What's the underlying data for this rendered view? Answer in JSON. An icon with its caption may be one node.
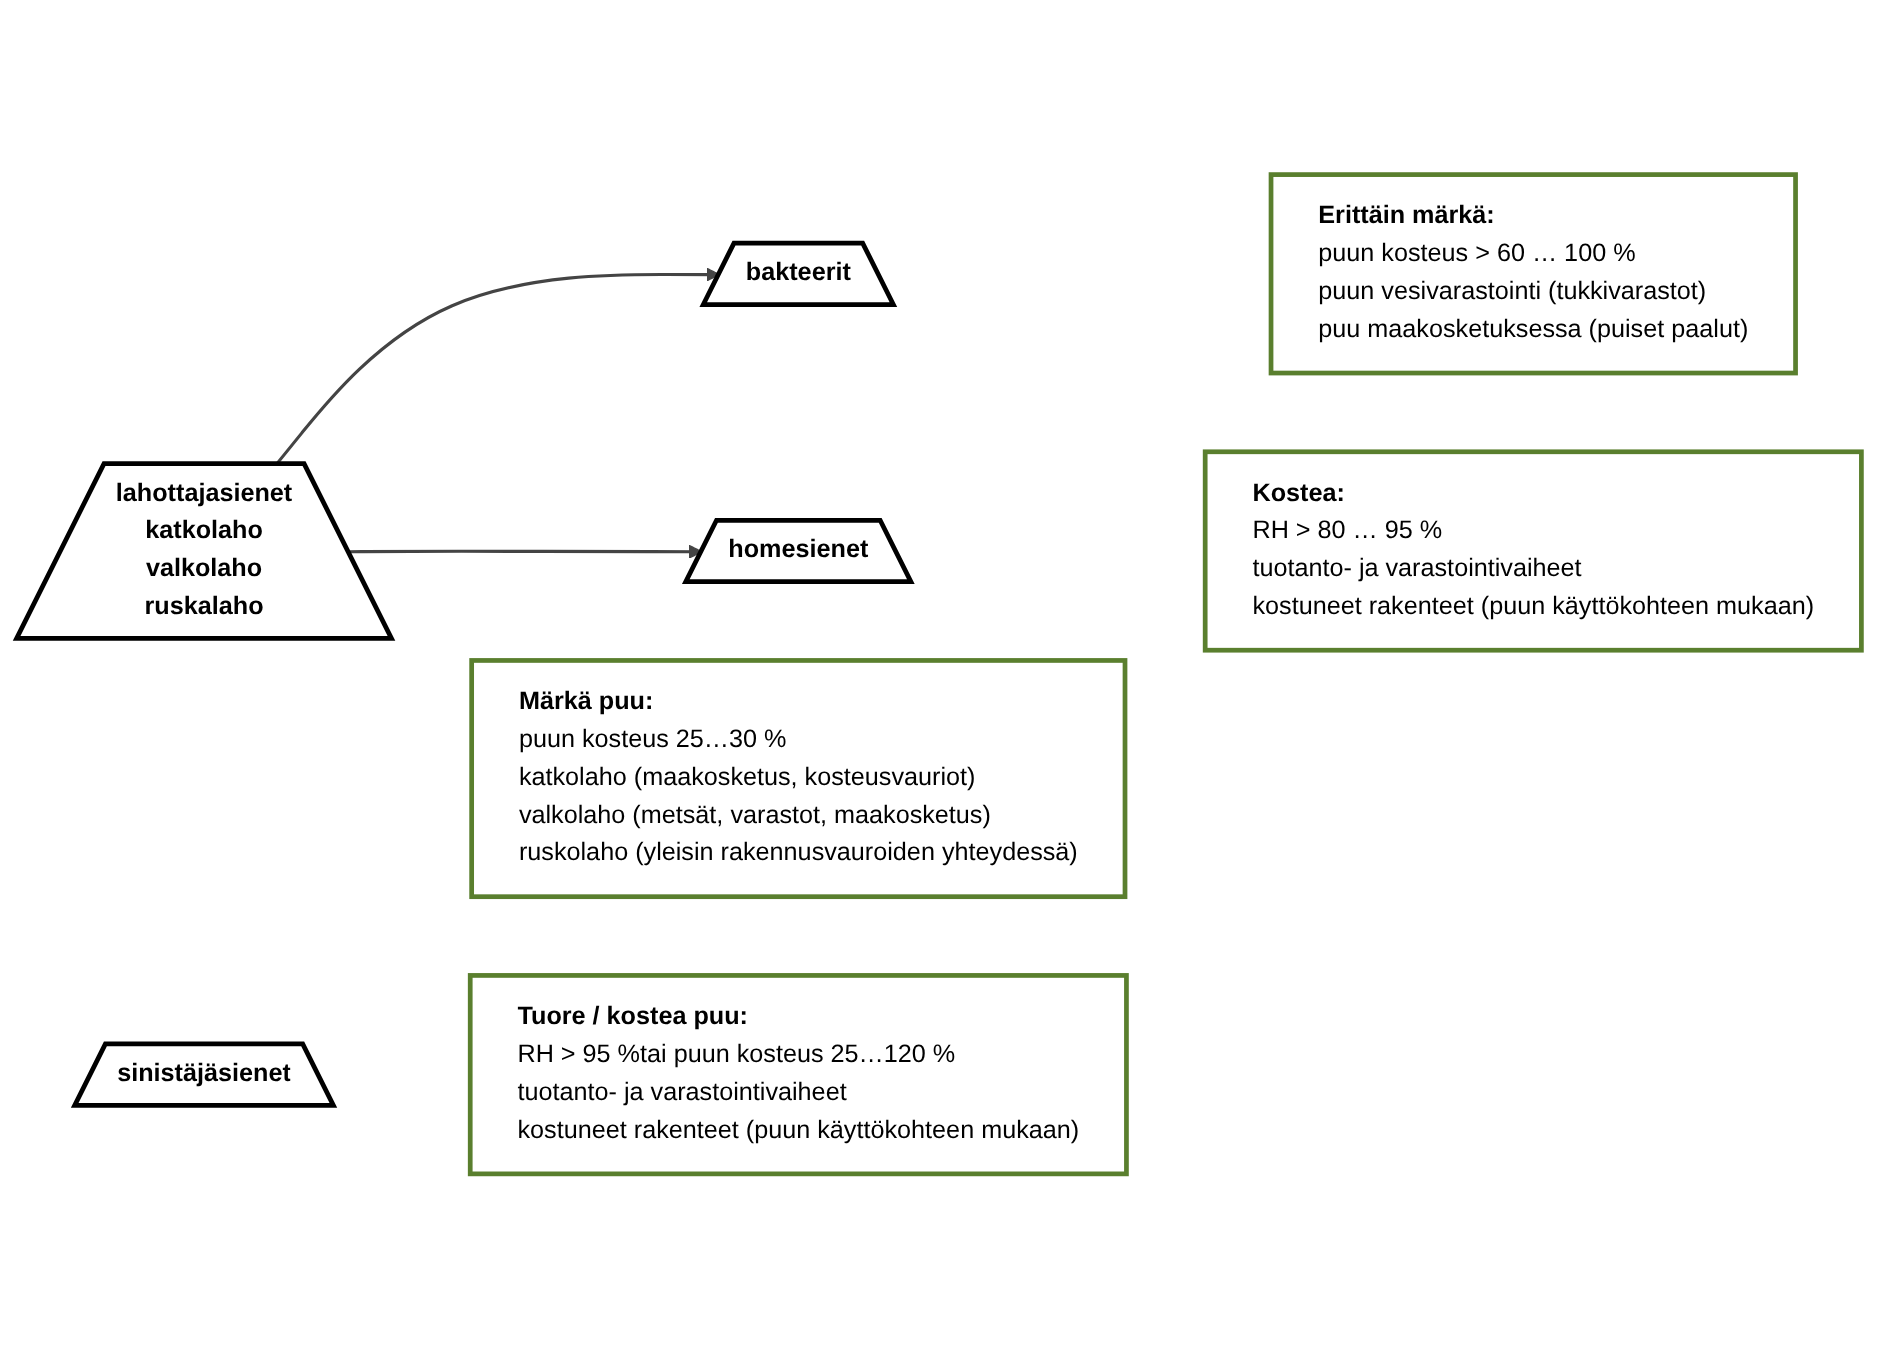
{
  "diagram": {
    "nodes": [
      {
        "text": [
          "bakteerit"
        ]
      },
      {
        "text": [
          "homesienet"
        ]
      },
      {
        "text": [
          "sinistäjäsienet"
        ]
      },
      {
        "text": [
          "lahottajasienet",
          "katkolaho",
          "valkolaho",
          "ruskalaho"
        ]
      },
      {
        "text": [
          "Erittäin märkä:",
          "puun kosteus > 60 … 100 %",
          "puun vesivarastointi (tukkivarastot)",
          "puu maakosketuksessa (puiset paalut)"
        ]
      },
      {
        "text": [
          "Kostea:",
          "RH > 80 … 95 %",
          "tuotanto- ja varastointivaiheet",
          "kostuneet rakenteet (puun käyttökohteen mukaan)"
        ]
      },
      {
        "text": [
          "Tuore / kostea puu:",
          "RH > 95 %tai puun kosteus 25…120 %",
          "tuotanto- ja varastointivaiheet",
          "kostuneet rakenteet (puun käyttökohteen mukaan)"
        ]
      },
      {
        "text": [
          "Märkä puu:",
          "puun kosteus 25…30 %",
          "katkolaho (maakosketus, kosteusvauriot)",
          "valkolaho (metsät, varastot, maakosketus)",
          "ruskolaho (yleisin rakennusvauroiden yhteydessä)"
        ]
      }
    ],
    "edges": [
      {
        "from": 3,
        "to": 0,
        "arrow": "to"
      },
      {
        "from": 3,
        "to": 1,
        "arrow": "to"
      }
    ]
  }
}
